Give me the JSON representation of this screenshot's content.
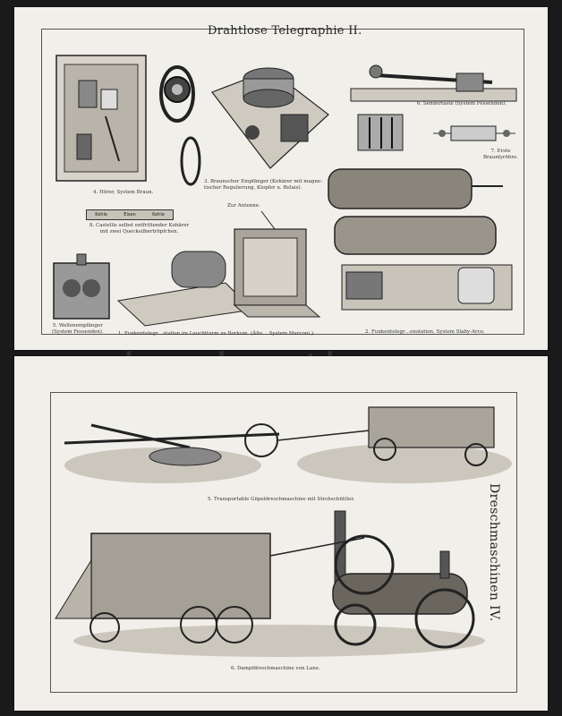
{
  "page_top": {
    "title": "Drahtlose Telegraphie II.",
    "captions": {
      "c4": "4. Hörer, System Braun.",
      "c3a": "3. Braunscher Empfänger (Kohärer mit magne-",
      "c3b": "tischer Regulierung, Klopfer u. Relais).",
      "c6": "6. Sendertaste (System Fessenden).",
      "c7a": "7. Erste",
      "c7b": "Braunlyröhre.",
      "c8a": "8. Castellis selbst entfrittender Kohärer",
      "c8b": "mit zwei Quecksilbertröpfchen.",
      "c5a": "5. Wellenempfänger",
      "c5b": "(System Fessenden).",
      "c1": "1. Funkentelegr…station im Leuchtturm zu Borkum. (Älte… System Marconi.)",
      "c2": "2. Funkentelegr…enstation, System Slaby-Arco.",
      "antenna": "Zur Antenne.",
      "kohle1": "Kohle",
      "eisen": "Eisen",
      "kohle2": "Kohle"
    }
  },
  "page_bottom": {
    "side_title": "Dreschmaschinen IV.",
    "captions": {
      "c5": "5. Transportable Göpeldreschmaschine mit Strohschüttler.",
      "c6": "6. Dampfdreschmaschine von Lanz."
    }
  },
  "watermark": "darabanth"
}
